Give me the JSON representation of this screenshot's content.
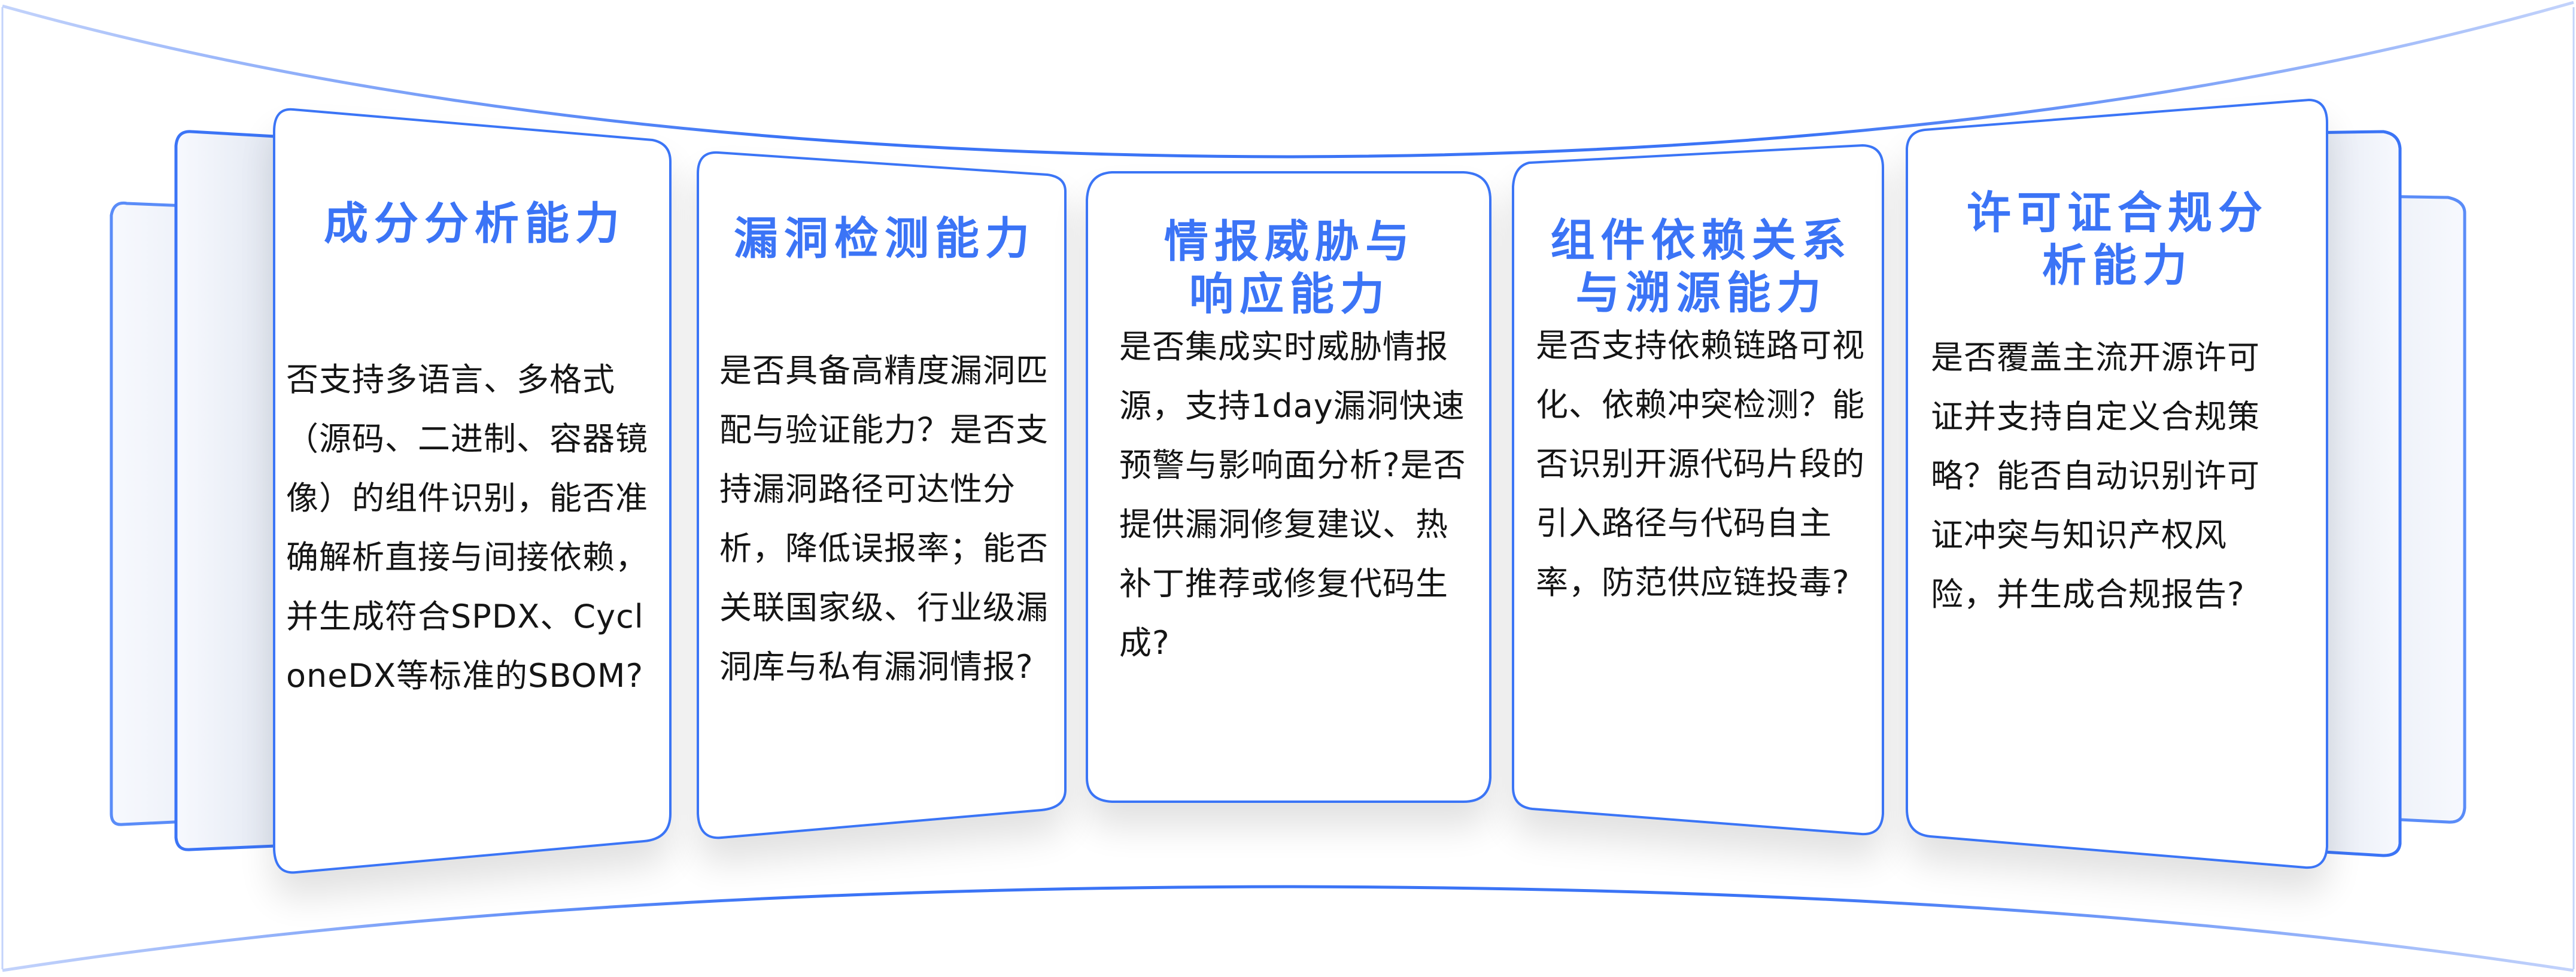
{
  "colors": {
    "accent": "#3b74f6",
    "accent_light": "#c3d3fb",
    "text": "#151515",
    "card_fill": "#ffffff",
    "ghost_fill": "#eef2fa"
  },
  "cards": [
    {
      "title": "成分分析能力",
      "body": "否支持多语言、多格式（源码、二进制、容器镜像）的组件识别，能否准确解析直接与间接依赖，并生成符合SPDX、CycloneDX等标准的SBOM?"
    },
    {
      "title": "漏洞检测能力",
      "body": "是否具备高精度漏洞匹配与验证能力？是否支持漏洞路径可达性分析，降低误报率；能否关联国家级、行业级漏洞库与私有漏洞情报?"
    },
    {
      "title": "情报威胁与响应能力",
      "body": "是否集成实时威胁情报源，支持1day漏洞快速预警与影响面分析?是否提供漏洞修复建议、热补丁推荐或修复代码生成?"
    },
    {
      "title": "组件依赖关系与溯源能力",
      "body": "是否支持依赖链路可视化、依赖冲突检测？能否识别开源代码片段的引入路径与代码自主率，防范供应链投毒?"
    },
    {
      "title": "许可证合规分析能力",
      "body": "是否覆盖主流开源许可证并支持自定义合规策略？能否自动识别许可证冲突与知识产权风险，并生成合规报告?"
    }
  ]
}
